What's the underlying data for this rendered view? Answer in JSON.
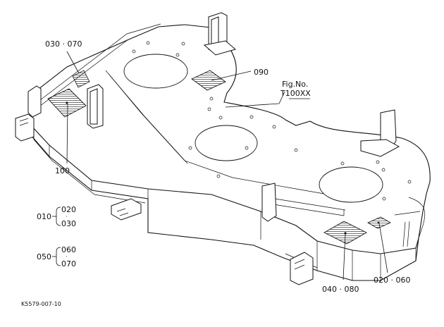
{
  "fig": {
    "title": "Fig.No.",
    "number": "T100XX"
  },
  "callouts": {
    "c030_070": "030 · 070",
    "c090": "090",
    "c100": "100",
    "c040_080": "040 · 080",
    "c020_060": "020 · 060"
  },
  "assemblies": [
    {
      "parent": "010",
      "children": [
        "020",
        "030"
      ],
      "sep": "·"
    },
    {
      "parent": "050",
      "children": [
        "060",
        "070"
      ],
      "sep": "·"
    }
  ],
  "drawing_code": "K5579-007-10"
}
